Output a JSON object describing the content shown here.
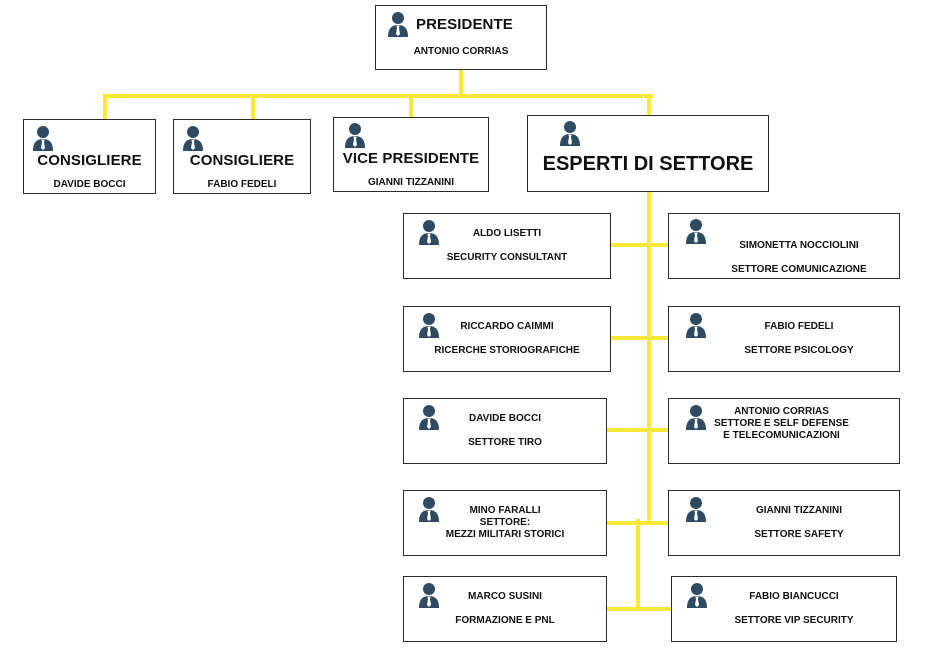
{
  "president": {
    "title": "PRESIDENTE",
    "name": "ANTONIO CORRIAS"
  },
  "top_row": [
    {
      "title": "CONSIGLIERE",
      "name": "DAVIDE BOCCI"
    },
    {
      "title": "CONSIGLIERE",
      "name": "FABIO FEDELI"
    },
    {
      "title": "VICE PRESIDENTE",
      "name": "GIANNI TIZZANINI"
    }
  ],
  "experts": {
    "title": "ESPERTI DI SETTORE"
  },
  "left_column": [
    {
      "name": "ALDO LISETTI",
      "role": "SECURITY CONSULTANT"
    },
    {
      "name": "RICCARDO CAIMMI",
      "role": "RICERCHE STORIOGRAFICHE"
    },
    {
      "name": "DAVIDE BOCCI",
      "role": "SETTORE TIRO"
    },
    {
      "name": "MINO FARALLI",
      "role_lines": [
        "SETTORE:",
        "MEZZI MILITARI STORICI"
      ]
    },
    {
      "name": "MARCO SUSINI",
      "role": "FORMAZIONE E PNL"
    }
  ],
  "right_column": [
    {
      "name": "SIMONETTA NOCCIOLINI",
      "role": "SETTORE COMUNICAZIONE"
    },
    {
      "name": "FABIO FEDELI",
      "role": "SETTORE PSICOLOGY"
    },
    {
      "name": "ANTONIO CORRIAS",
      "role_lines": [
        "SETTORE E SELF DEFENSE",
        "E TELECOMUNICAZIONI"
      ]
    },
    {
      "name": "GIANNI TIZZANINI",
      "role": "SETTORE SAFETY"
    },
    {
      "name": "FABIO BIANCUCCI",
      "role": "SETTORE VIP SECURITY"
    }
  ],
  "colors": {
    "connector": "#f7e83a",
    "border": "#2b2b2b",
    "icon": "#2f4a63"
  },
  "icons": {
    "person": "person-tie-icon"
  }
}
